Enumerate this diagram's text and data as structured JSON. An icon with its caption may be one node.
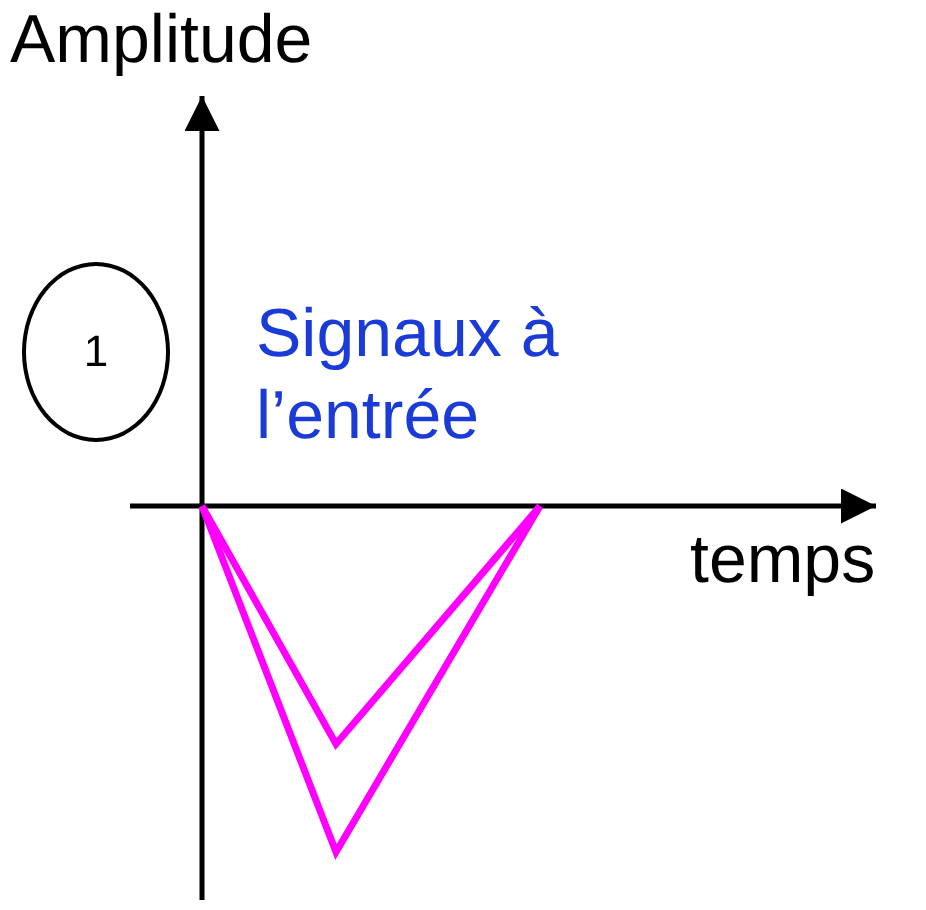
{
  "diagram": {
    "nodes": [
      {
        "text": [
          "1"
        ]
      }
    ],
    "labels": [
      "Amplitude",
      "Signaux à l’entrée",
      "temps"
    ]
  }
}
